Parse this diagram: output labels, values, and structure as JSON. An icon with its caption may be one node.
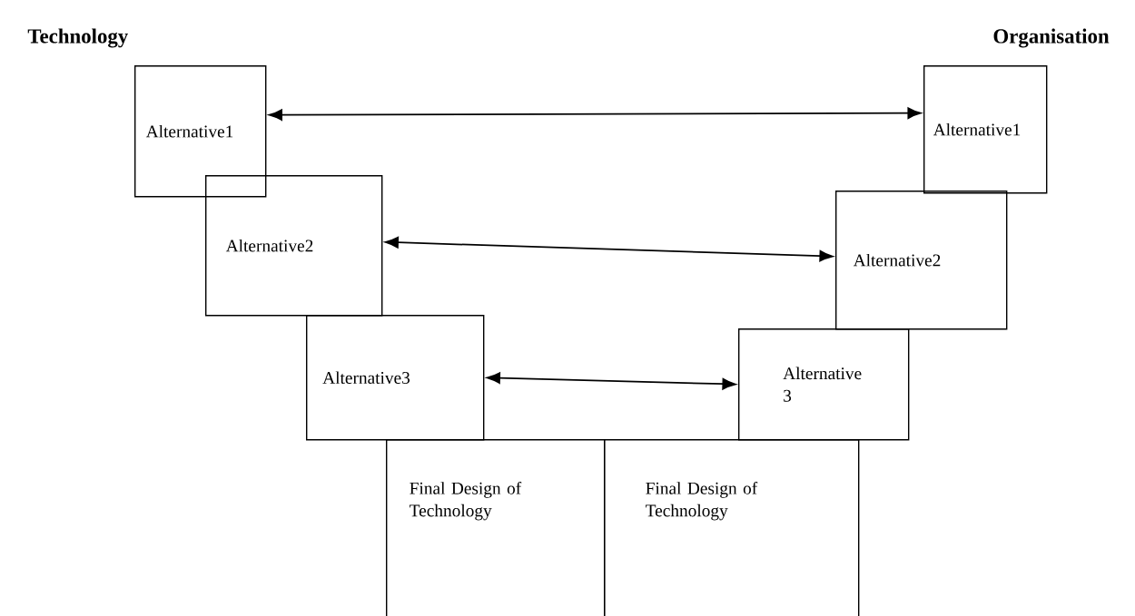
{
  "diagram": {
    "nodes": [
      {
        "text": [
          "Alternative1"
        ]
      },
      {
        "text": [
          "Alternative1"
        ]
      },
      {
        "text": [
          "Alternative2"
        ]
      },
      {
        "text": [
          "Alternative2"
        ]
      },
      {
        "text": [
          "Alternative3"
        ]
      },
      {
        "text": [
          "Alternative 3"
        ]
      },
      {
        "text": [
          "Final Design of Technology"
        ]
      },
      {
        "text": [
          "Final Design of Technology"
        ]
      }
    ],
    "edges": [
      {
        "from": 0,
        "to": 1,
        "arrow": "both"
      },
      {
        "from": 2,
        "to": 3,
        "arrow": "both"
      },
      {
        "from": 4,
        "to": 5,
        "arrow": "both"
      }
    ],
    "labels": [
      "Technology",
      "Organisation"
    ]
  }
}
